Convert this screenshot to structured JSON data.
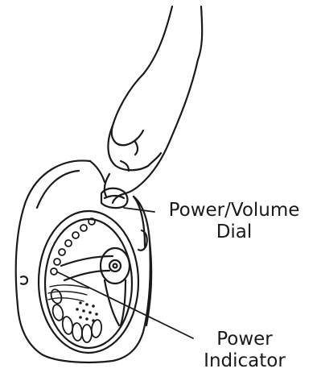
{
  "diagram": {
    "callouts": {
      "power_volume_dial": {
        "line1": "Power/Volume",
        "line2": "Dial"
      },
      "power_indicator": {
        "line1": "Power",
        "line2": "Indicator"
      }
    },
    "colors": {
      "ink": "#1a1a1a",
      "background": "#ffffff"
    },
    "icons": [
      "hand-icon",
      "radio-device-icon"
    ]
  }
}
